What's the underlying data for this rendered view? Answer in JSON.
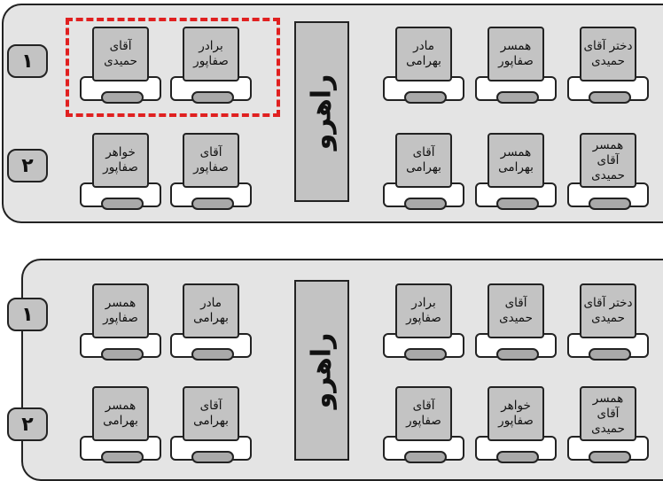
{
  "buses": [
    {
      "row_labels": [
        "١",
        "٢"
      ],
      "aisle_label": "راهرو",
      "seats": [
        [
          "آقای",
          "حمیدی"
        ],
        [
          "برادر",
          "صفاپور"
        ],
        [
          "مادر",
          "بهرامی"
        ],
        [
          "همسر",
          "صفاپور"
        ],
        [
          "دختر آقای",
          "حمیدی"
        ],
        [
          "خواهر",
          "صفاپور"
        ],
        [
          "آقای",
          "صفاپور"
        ],
        [
          "آقای",
          "بهرامی"
        ],
        [
          "همسر",
          "بهرامی"
        ],
        [
          "همسر آقای",
          "حمیدی"
        ]
      ]
    },
    {
      "row_labels": [
        "١",
        "٢"
      ],
      "aisle_label": "راهرو",
      "seats": [
        [
          "همسر",
          "صفاپور"
        ],
        [
          "مادر",
          "بهرامی"
        ],
        [
          "برادر",
          "صفاپور"
        ],
        [
          "آقای",
          "حمیدی"
        ],
        [
          "دختر آقای",
          "حمیدی"
        ],
        [
          "همسر",
          "بهرامی"
        ],
        [
          "آقای",
          "بهرامی"
        ],
        [
          "آقای",
          "صفاپور"
        ],
        [
          "خواهر",
          "صفاپور"
        ],
        [
          "همسر آقای",
          "حمیدی"
        ]
      ]
    }
  ],
  "colors": {
    "highlight": "#e02020",
    "seat": "#c3c3c3",
    "floor": "#e4e4e4"
  }
}
